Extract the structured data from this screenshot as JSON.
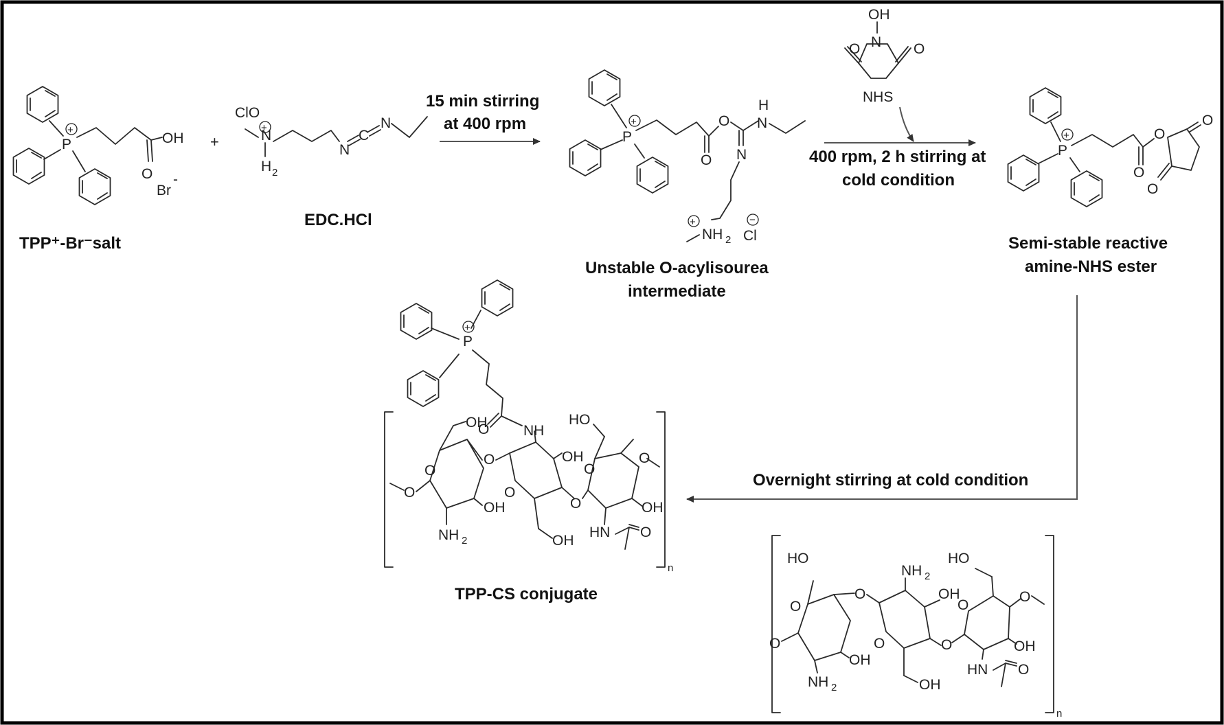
{
  "labels": {
    "tpp_salt": "TPP⁺-Br⁻salt",
    "edc": "EDC.HCl",
    "intermediate_line1": "Unstable O-acylisourea",
    "intermediate_line2": "intermediate",
    "nhs_ester_line1": "Semi-stable reactive",
    "nhs_ester_line2": "amine-NHS ester",
    "conjugate": "TPP-CS conjugate",
    "plus": "+"
  },
  "conditions": {
    "step1_line1": "15 min stirring",
    "step1_line2": "at 400 rpm",
    "step2_line1": "400 rpm, 2 h stirring at",
    "step2_line2": "cold condition",
    "step3": "Overnight stirring at cold condition"
  },
  "reagents": {
    "nhs": "NHS"
  },
  "atoms": {
    "p": "P",
    "plus_charge": "+",
    "minus_charge": "−",
    "oh": "OH",
    "o": "O",
    "br": "Br",
    "minus": "-",
    "cl": "Cl",
    "clo": "ClO",
    "n": "N",
    "c": "C",
    "h": "H",
    "h2": "H",
    "two": "2",
    "nh2": "NH",
    "nh": "NH",
    "hn": "HN",
    "ho": "HO",
    "nh2_full": "NH₂",
    "subscript_n": "n"
  },
  "colors": {
    "frame": "#000000",
    "text": "#111111",
    "bond": "#2a2a2a"
  }
}
